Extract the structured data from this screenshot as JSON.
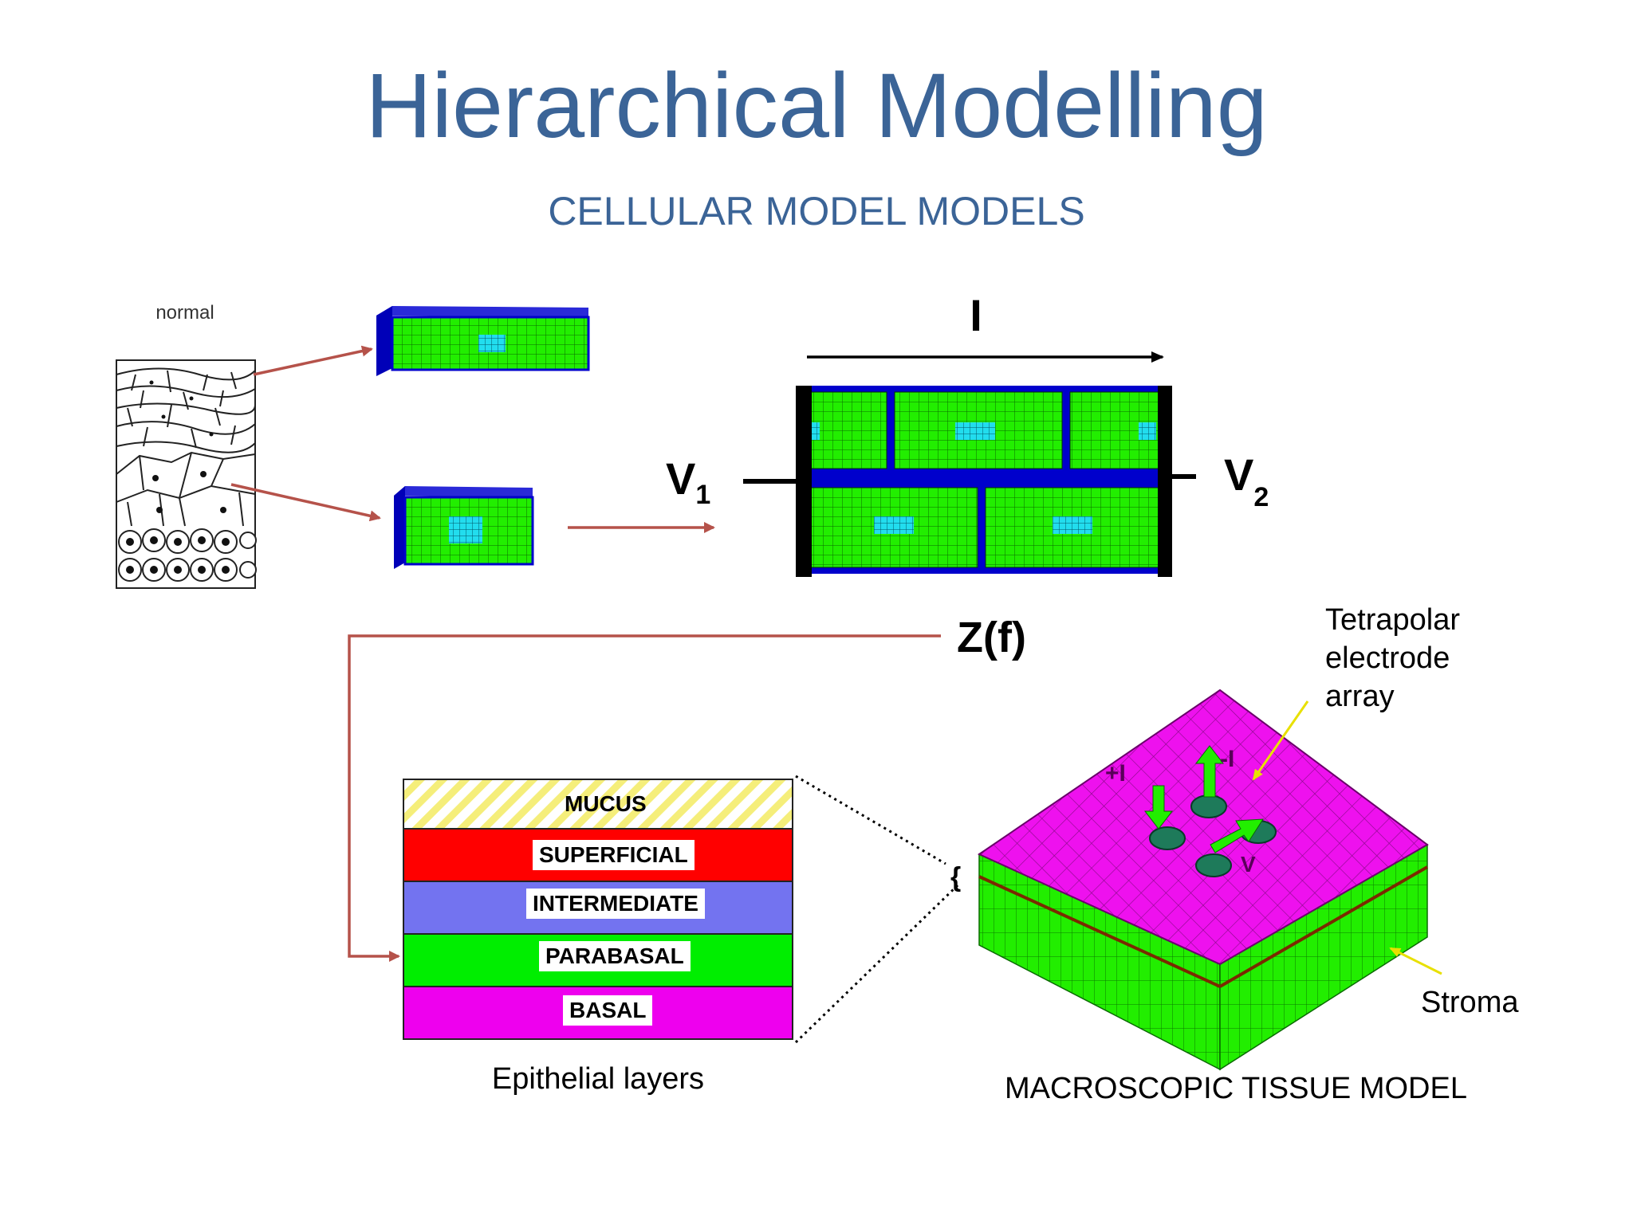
{
  "title": "Hierarchical Modelling",
  "subtitle": "CELLULAR MODEL MODELS",
  "tissue_image_label": "normal",
  "circuit": {
    "current_label": "I",
    "v1_main": "V",
    "v1_sub": "1",
    "v2_main": "V",
    "v2_sub": "2",
    "impedance_label": "Z(f)"
  },
  "epithelial_layers": {
    "caption": "Epithelial layers",
    "layers": [
      {
        "name": "MUCUS",
        "color": "#f5ee7a"
      },
      {
        "name": "SUPERFICIAL",
        "color": "#ff0000"
      },
      {
        "name": "INTERMEDIATE",
        "color": "#7373f0"
      },
      {
        "name": "PARABASAL",
        "color": "#00ee00"
      },
      {
        "name": "BASAL",
        "color": "#ee00ee"
      }
    ]
  },
  "macroscopic": {
    "caption": "MACROSCOPIC TISSUE MODEL",
    "electrode_label_line1": "Tetrapolar",
    "electrode_label_line2": "electrode",
    "electrode_label_line3": "array",
    "stroma_label": "Stroma",
    "plus_i": "+I",
    "minus_i": "-I",
    "v_label": "V"
  },
  "colors": {
    "title_blue": "#3b6497",
    "arrow_red": "#b5524a",
    "mesh_green": "#22ee00",
    "mesh_blue": "#0000cc",
    "mesh_cyan": "#22ddee",
    "tissue_magenta": "#ee11ee",
    "pointer_yellow": "#e8e000"
  }
}
